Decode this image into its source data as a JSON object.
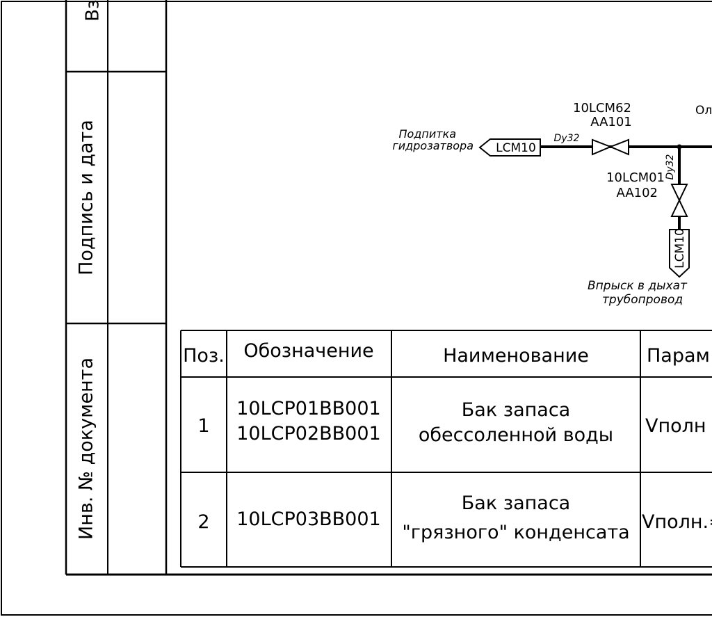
{
  "side_stamp": {
    "vzam_label": "Вз",
    "signature_label": "Подпись и дата",
    "doc_number_label": "Инв. № документа"
  },
  "diagram": {
    "valve_top": {
      "tag": "10LCM62",
      "code": "AA101"
    },
    "feed_label": [
      "Подпитка",
      "гидрозатвора"
    ],
    "feed_connector": "LCM10",
    "dn_horizontal": "Dy32",
    "dn_vertical": "Dy32",
    "valve_vertical": {
      "tag": "10LCM01",
      "code": "AA102"
    },
    "down_connector": "LCM10",
    "injection_label": [
      "Впрыск в дыхат",
      "трубопровод"
    ],
    "right_cut_label": "Ол"
  },
  "table": {
    "headers": [
      "Поз.",
      "Обозначение",
      "Наименование",
      "Парам"
    ],
    "rows": [
      {
        "pos": "1",
        "designation": [
          "10LCP01BB001",
          "10LCP02BB001"
        ],
        "name": [
          "Бак запаса",
          "обессоленной воды"
        ],
        "param": "Vполн"
      },
      {
        "pos": "2",
        "designation": [
          "10LCP03BB001"
        ],
        "name": [
          "Бак запаса",
          "\"грязного\" конденсата"
        ],
        "param": "Vполн.="
      }
    ]
  }
}
